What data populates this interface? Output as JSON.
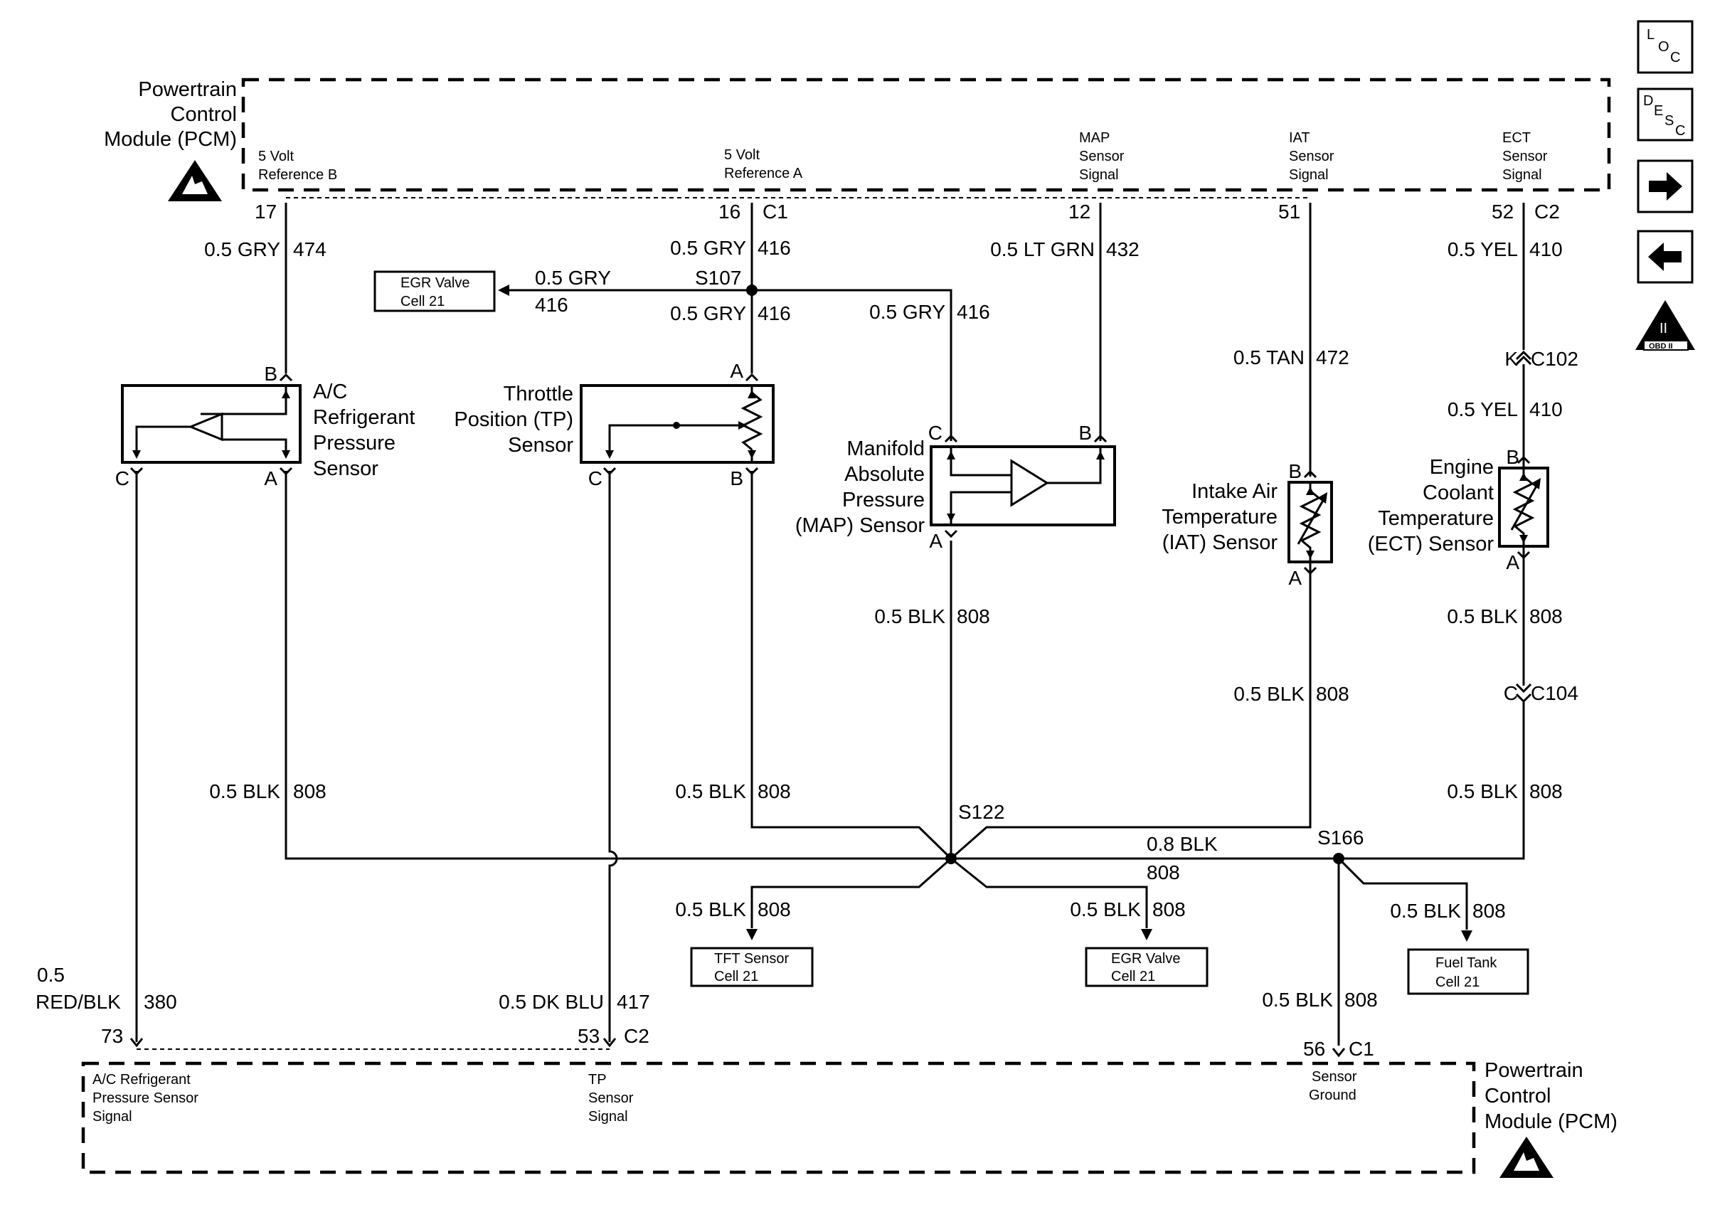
{
  "pcm_top": {
    "title": [
      "Powertrain",
      "Control",
      "Module (PCM)"
    ],
    "pins": [
      {
        "label": [
          "5 Volt",
          "Reference B"
        ],
        "pin": "17",
        "conn": ""
      },
      {
        "label": [
          "5 Volt",
          "Reference A"
        ],
        "pin": "16",
        "conn": "C1"
      },
      {
        "label": [
          "MAP",
          "Sensor",
          "Signal"
        ],
        "pin": "12",
        "conn": ""
      },
      {
        "label": [
          "IAT",
          "Sensor",
          "Signal"
        ],
        "pin": "51",
        "conn": ""
      },
      {
        "label": [
          "ECT",
          "Sensor",
          "Signal"
        ],
        "pin": "52",
        "conn": "C2"
      }
    ]
  },
  "pcm_bottom": {
    "title": [
      "Powertrain",
      "Control",
      "Module (PCM)"
    ],
    "pins": [
      {
        "label": [
          "A/C Refrigerant",
          "Pressure Sensor",
          "Signal"
        ],
        "pin": "73",
        "conn": ""
      },
      {
        "label": [
          "TP",
          "Sensor",
          "Signal"
        ],
        "pin": "53",
        "conn": "C2"
      },
      {
        "label": [
          "Sensor",
          "Ground"
        ],
        "pin": "56",
        "conn": "C1"
      }
    ]
  },
  "wires": {
    "w474": {
      "size": "0.5 GRY",
      "circuit": "474"
    },
    "w416_top": {
      "size": "0.5 GRY",
      "circuit": "416"
    },
    "w416_egr": {
      "size": "0.5 GRY",
      "circuit": "416"
    },
    "w416_tp": {
      "size": "0.5 GRY",
      "circuit": "416"
    },
    "w416_map": {
      "size": "0.5 GRY",
      "circuit": "416"
    },
    "w432": {
      "size": "0.5 LT GRN",
      "circuit": "432"
    },
    "w472": {
      "size": "0.5 TAN",
      "circuit": "472"
    },
    "w410_top": {
      "size": "0.5 YEL",
      "circuit": "410"
    },
    "w410_mid": {
      "size": "0.5 YEL",
      "circuit": "410"
    },
    "w808_ac": {
      "size": "0.5 BLK",
      "circuit": "808"
    },
    "w808_tp": {
      "size": "0.5 BLK",
      "circuit": "808"
    },
    "w808_map": {
      "size": "0.5 BLK",
      "circuit": "808"
    },
    "w808_iat": {
      "size": "0.5 BLK",
      "circuit": "808"
    },
    "w808_ect1": {
      "size": "0.5 BLK",
      "circuit": "808"
    },
    "w808_ect2": {
      "size": "0.5 BLK",
      "circuit": "808"
    },
    "w808_main": {
      "size": "0.8 BLK",
      "circuit": "808"
    },
    "w808_tft": {
      "size": "0.5 BLK",
      "circuit": "808"
    },
    "w808_egr": {
      "size": "0.5 BLK",
      "circuit": "808"
    },
    "w808_fuel": {
      "size": "0.5 BLK",
      "circuit": "808"
    },
    "w808_gnd": {
      "size": "0.5 BLK",
      "circuit": "808"
    },
    "w380": {
      "size": [
        "0.5",
        "RED/BLK"
      ],
      "circuit": "380"
    },
    "w417": {
      "size": "0.5 DK BLU",
      "circuit": "417"
    }
  },
  "splices": {
    "s107": "S107",
    "s122": "S122",
    "s166": "S166"
  },
  "connectors": {
    "c102": {
      "pin": "K",
      "name": "C102"
    },
    "c104": {
      "pin": "C",
      "name": "C104"
    }
  },
  "components": {
    "ac": {
      "name": [
        "A/C",
        "Refrigerant",
        "Pressure",
        "Sensor"
      ],
      "pins": [
        "B",
        "C",
        "A"
      ]
    },
    "tp": {
      "name": [
        "Throttle",
        "Position (TP)",
        "Sensor"
      ],
      "pins": [
        "A",
        "C",
        "B"
      ]
    },
    "map": {
      "name": [
        "Manifold",
        "Absolute",
        "Pressure",
        "(MAP) Sensor"
      ],
      "pins": [
        "C",
        "B",
        "A"
      ]
    },
    "iat": {
      "name": [
        "Intake Air",
        "Temperature",
        "(IAT) Sensor"
      ],
      "pins": [
        "B",
        "A"
      ]
    },
    "ect": {
      "name": [
        "Engine",
        "Coolant",
        "Temperature",
        "(ECT) Sensor"
      ],
      "pins": [
        "B",
        "A"
      ]
    }
  },
  "refs": {
    "egr_top": [
      "EGR Valve",
      "Cell 21"
    ],
    "tft": [
      "TFT Sensor",
      "Cell 21"
    ],
    "egr_bottom": [
      "EGR Valve",
      "Cell 21"
    ],
    "fuel": [
      "Fuel Tank",
      "Cell 21"
    ]
  },
  "nav": {
    "loc": [
      "L",
      "O",
      "C"
    ],
    "desc": [
      "D",
      "E",
      "S",
      "C"
    ],
    "obd": "OBD II",
    "obd_num": "II"
  },
  "icons": [
    "esd-warning-icon",
    "forward-arrow-icon",
    "back-arrow-icon",
    "obd-ii-icon"
  ]
}
